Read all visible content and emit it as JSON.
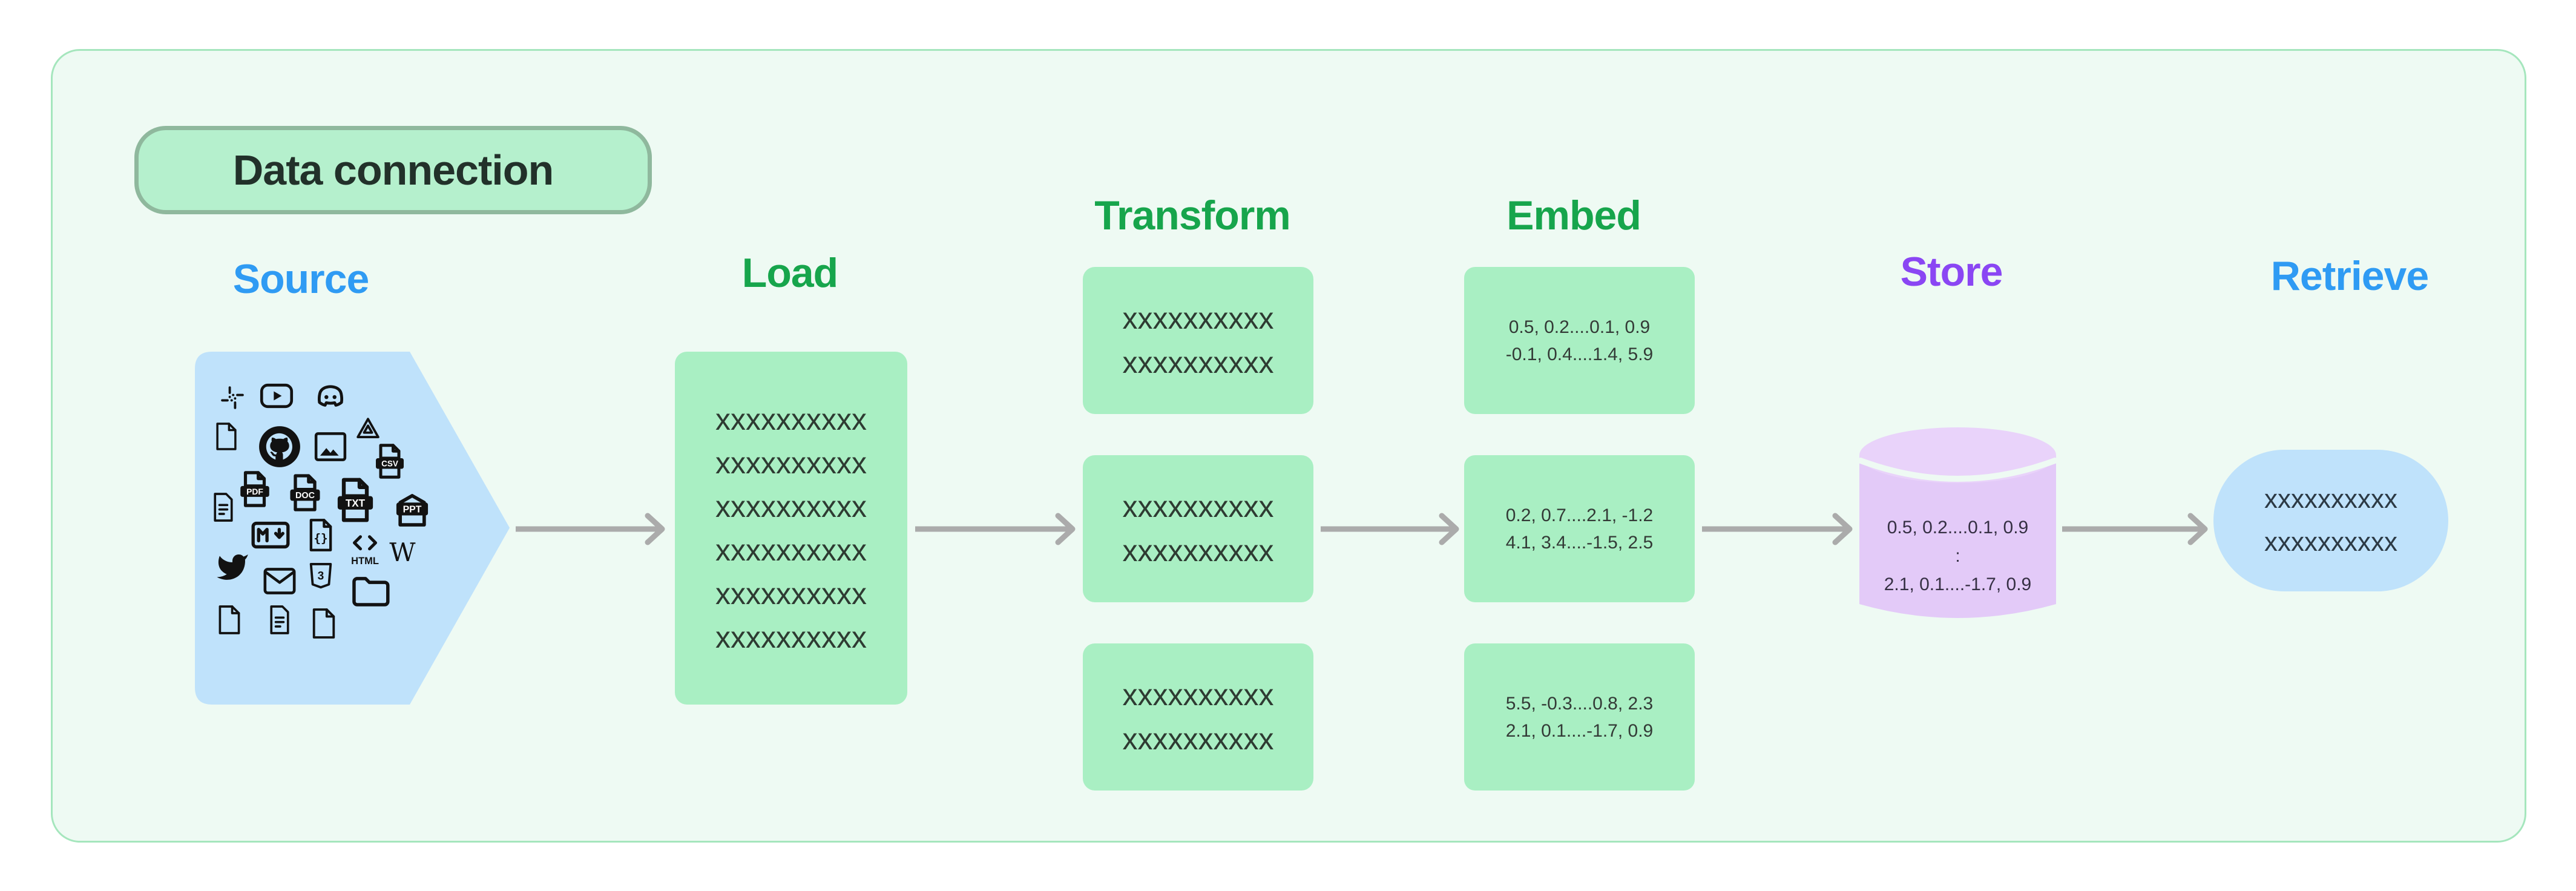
{
  "badge": {
    "label": "Data connection"
  },
  "colors": {
    "page_background": "#ffffff",
    "frame_fill": "#eefaf3",
    "frame_border": "#a5e6bd",
    "badge_fill": "#b5f0cd",
    "badge_border": "#8fb89d",
    "badge_text": "#22312a",
    "green_title": "#17a54c",
    "blue_title": "#2f9bf3",
    "purple_title": "#8a46f3",
    "green_box_fill": "#a9efc3",
    "blue_shape_fill": "#bfe2fb",
    "store_fill": "#e3caf8",
    "arrow": "#ababab",
    "icon_color": "#121212"
  },
  "pipeline": {
    "source": {
      "label": "Source",
      "icons": [
        {
          "name": "slack-icon"
        },
        {
          "name": "youtube-icon"
        },
        {
          "name": "discord-icon"
        },
        {
          "name": "file-icon"
        },
        {
          "name": "github-icon"
        },
        {
          "name": "image-icon"
        },
        {
          "name": "google-drive-icon"
        },
        {
          "name": "csv-file-icon",
          "label": "CSV"
        },
        {
          "name": "document-lines-icon"
        },
        {
          "name": "pdf-file-icon",
          "label": "PDF"
        },
        {
          "name": "doc-file-icon",
          "label": "DOC"
        },
        {
          "name": "txt-file-icon",
          "label": "TXT"
        },
        {
          "name": "ppt-file-icon",
          "label": "PPT"
        },
        {
          "name": "markdown-icon"
        },
        {
          "name": "code-file-icon",
          "label": "{}"
        },
        {
          "name": "html-icon",
          "label": "HTML"
        },
        {
          "name": "wikipedia-icon",
          "label": "W"
        },
        {
          "name": "twitter-icon"
        },
        {
          "name": "email-icon"
        },
        {
          "name": "css3-icon",
          "label": "3"
        },
        {
          "name": "folder-icon"
        },
        {
          "name": "file-icon"
        },
        {
          "name": "document-lines-icon"
        },
        {
          "name": "file-icon"
        }
      ]
    },
    "load": {
      "label": "Load",
      "rows": [
        "xxxxxxxxxx",
        "xxxxxxxxxx",
        "xxxxxxxxxx",
        "xxxxxxxxxx",
        "xxxxxxxxxx",
        "xxxxxxxxxx"
      ]
    },
    "transform": {
      "label": "Transform",
      "boxes": [
        {
          "rows": [
            "xxxxxxxxxx",
            "xxxxxxxxxx"
          ]
        },
        {
          "rows": [
            "xxxxxxxxxx",
            "xxxxxxxxxx"
          ]
        },
        {
          "rows": [
            "xxxxxxxxxx",
            "xxxxxxxxxx"
          ]
        }
      ]
    },
    "embed": {
      "label": "Embed",
      "boxes": [
        {
          "rows": [
            "0.5, 0.2....0.1, 0.9",
            "-0.1, 0.4....1.4, 5.9"
          ]
        },
        {
          "rows": [
            "0.2, 0.7....2.1, -1.2",
            "4.1, 3.4....-1.5, 2.5"
          ]
        },
        {
          "rows": [
            "5.5, -0.3....0.8, 2.3",
            "2.1, 0.1....-1.7, 0.9"
          ]
        }
      ]
    },
    "store": {
      "label": "Store",
      "lines": [
        "0.5, 0.2....0.1, 0.9",
        ":",
        "2.1, 0.1....-1.7, 0.9"
      ]
    },
    "retrieve": {
      "label": "Retrieve",
      "rows": [
        "xxxxxxxxxx",
        "xxxxxxxxxx"
      ]
    }
  }
}
